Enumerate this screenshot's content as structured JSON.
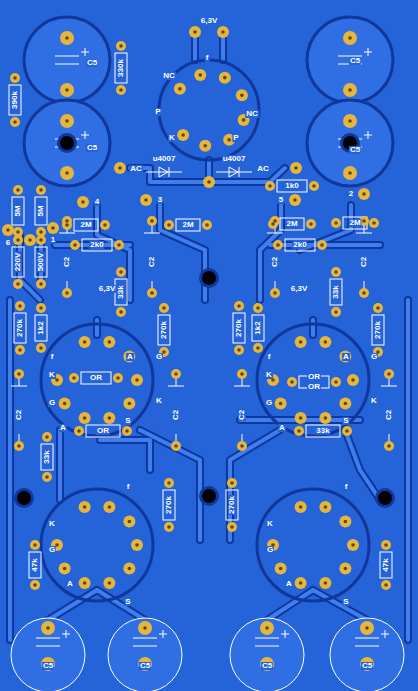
{
  "diagram": {
    "labels": [
      "C5",
      "330k",
      "6,3V",
      "f",
      "NC",
      "C5",
      "390k",
      "P",
      "NC",
      "K",
      "P",
      "C5",
      "C5",
      "AC",
      "u4007",
      "u4007",
      "AC",
      "1k0",
      "4",
      "3",
      "5",
      "2",
      "5M",
      "5M",
      "2M",
      "2M",
      "2M",
      "2M",
      "6",
      "1",
      "2k0",
      "2k0",
      "220V",
      "500V",
      "C2",
      "C2",
      "C2",
      "C2",
      "6,3V",
      "33k",
      "6,3V",
      "33k",
      "270k",
      "1k2",
      "270k",
      "270k",
      "1k2",
      "270k",
      "f",
      "A",
      "G",
      "f",
      "A",
      "G",
      "K",
      "OR",
      "K",
      "OR",
      "OR",
      "G",
      "K",
      "G",
      "K",
      "C2",
      "C2",
      "C2",
      "C2",
      "S",
      "S",
      "A",
      "OR",
      "A",
      "33k",
      "33k",
      "f",
      "f",
      "270k",
      "270k",
      "K",
      "K",
      "G",
      "G",
      "47k",
      "47k",
      "A",
      "A",
      "S",
      "S",
      "C5",
      "C5",
      "C5",
      "C5"
    ]
  }
}
